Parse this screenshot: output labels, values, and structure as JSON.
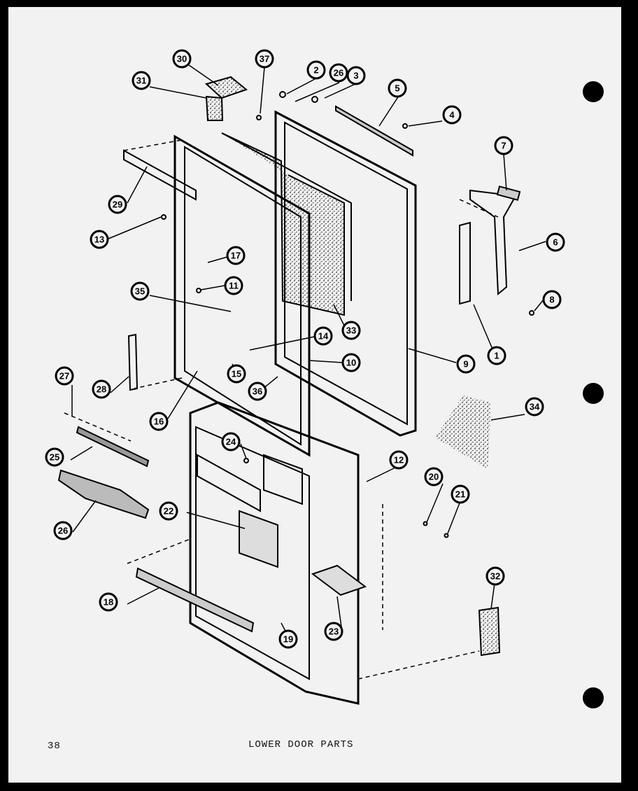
{
  "footer": {
    "page_number": "38",
    "title": "LOWER DOOR PARTS"
  },
  "callouts": [
    {
      "id": "30",
      "label": "30"
    },
    {
      "id": "31",
      "label": "31"
    },
    {
      "id": "37",
      "label": "37"
    },
    {
      "id": "2",
      "label": "2"
    },
    {
      "id": "26a",
      "label": "26"
    },
    {
      "id": "3",
      "label": "3"
    },
    {
      "id": "5",
      "label": "5"
    },
    {
      "id": "4",
      "label": "4"
    },
    {
      "id": "29",
      "label": "29"
    },
    {
      "id": "13",
      "label": "13"
    },
    {
      "id": "7",
      "label": "7"
    },
    {
      "id": "6",
      "label": "6"
    },
    {
      "id": "17",
      "label": "17"
    },
    {
      "id": "11",
      "label": "11"
    },
    {
      "id": "35",
      "label": "35"
    },
    {
      "id": "33",
      "label": "33"
    },
    {
      "id": "8",
      "label": "8"
    },
    {
      "id": "14",
      "label": "14"
    },
    {
      "id": "9",
      "label": "9"
    },
    {
      "id": "1",
      "label": "1"
    },
    {
      "id": "10",
      "label": "10"
    },
    {
      "id": "27",
      "label": "27"
    },
    {
      "id": "28",
      "label": "28"
    },
    {
      "id": "15",
      "label": "15"
    },
    {
      "id": "36",
      "label": "36"
    },
    {
      "id": "16",
      "label": "16"
    },
    {
      "id": "34",
      "label": "34"
    },
    {
      "id": "24",
      "label": "24"
    },
    {
      "id": "12",
      "label": "12"
    },
    {
      "id": "25",
      "label": "25"
    },
    {
      "id": "20",
      "label": "20"
    },
    {
      "id": "21",
      "label": "21"
    },
    {
      "id": "22",
      "label": "22"
    },
    {
      "id": "26b",
      "label": "26"
    },
    {
      "id": "32",
      "label": "32"
    },
    {
      "id": "18",
      "label": "18"
    },
    {
      "id": "19",
      "label": "19"
    },
    {
      "id": "23",
      "label": "23"
    }
  ]
}
